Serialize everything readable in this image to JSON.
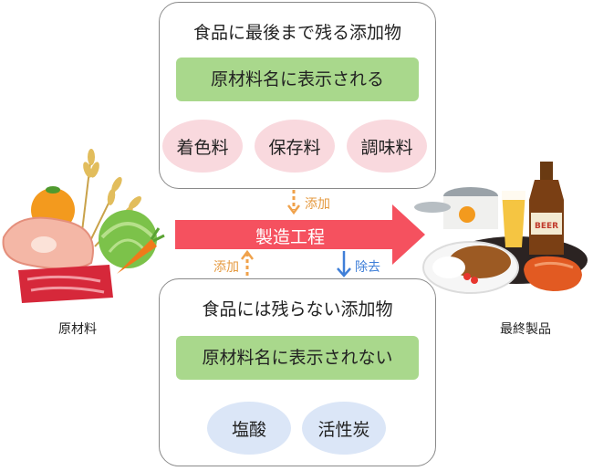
{
  "top_box": {
    "title": "食品に最後まで残る添加物",
    "label_bar": "原材料名に表示される",
    "items": [
      "着色料",
      "保存料",
      "調味料"
    ]
  },
  "bottom_box": {
    "title": "食品には残らない添加物",
    "label_bar": "原材料名に表示されない",
    "items": [
      "塩酸",
      "活性炭"
    ]
  },
  "process": {
    "label": "製造工程",
    "add_top": "添加",
    "add_bottom": "添加",
    "remove": "除去"
  },
  "left_label": "原材料",
  "right_label": "最終製品",
  "beer_label": "BEER",
  "colors": {
    "arrow": "#f5515f",
    "green": "#a9d88c",
    "pink": "#f9d9de",
    "blue": "#dbe6f7",
    "orange_arrow": "#f0a24b",
    "blue_arrow": "#3f7fd8"
  }
}
